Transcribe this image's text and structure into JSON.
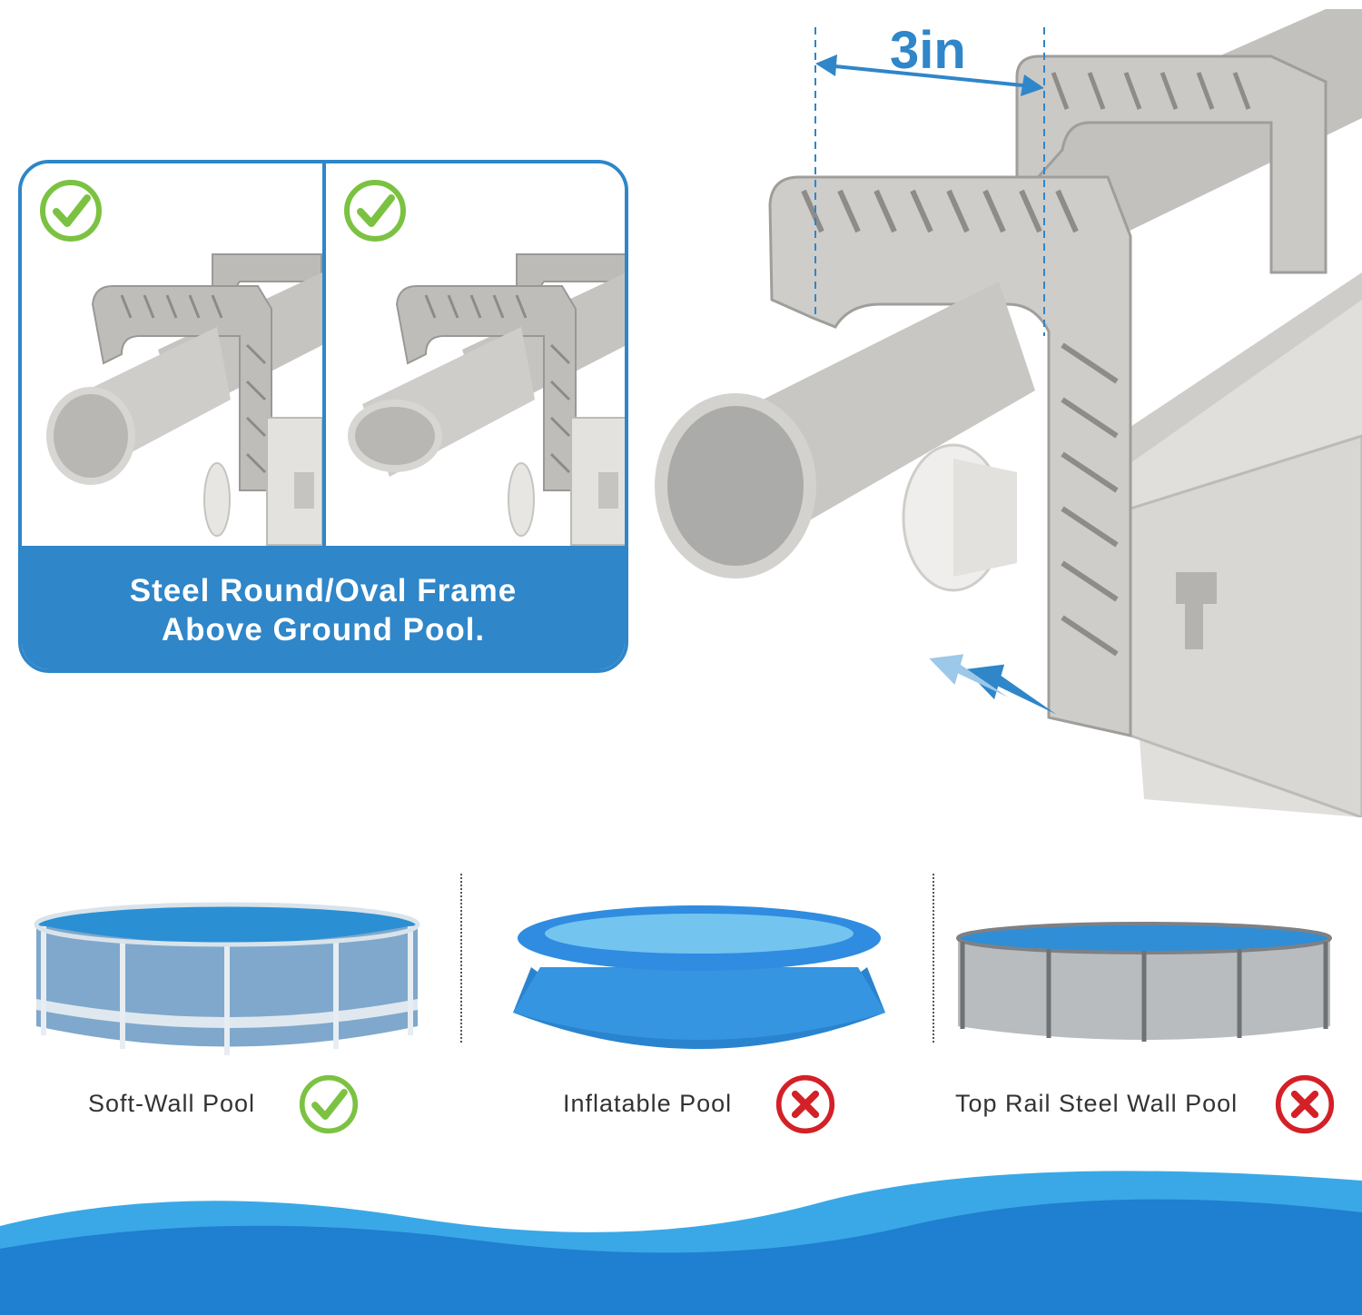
{
  "compatible_frame": {
    "caption_line1": "Steel Round/Oval Frame",
    "caption_line2": "Above Ground Pool."
  },
  "dimension": {
    "label": "3in"
  },
  "pools": [
    {
      "label": "Soft-Wall Pool",
      "status": "compatible",
      "status_icon": "check-icon"
    },
    {
      "label": "Inflatable Pool",
      "status": "not-compatible",
      "status_icon": "cross-icon"
    },
    {
      "label": "Top Rail Steel Wall Pool",
      "status": "not-compatible",
      "status_icon": "cross-icon"
    }
  ],
  "colors": {
    "accent_blue": "#2f86c8",
    "check_green": "#7cc242",
    "cross_red": "#d42027",
    "product_gray": "#c9c7c5",
    "wave_blue": "#3aa8e6"
  }
}
